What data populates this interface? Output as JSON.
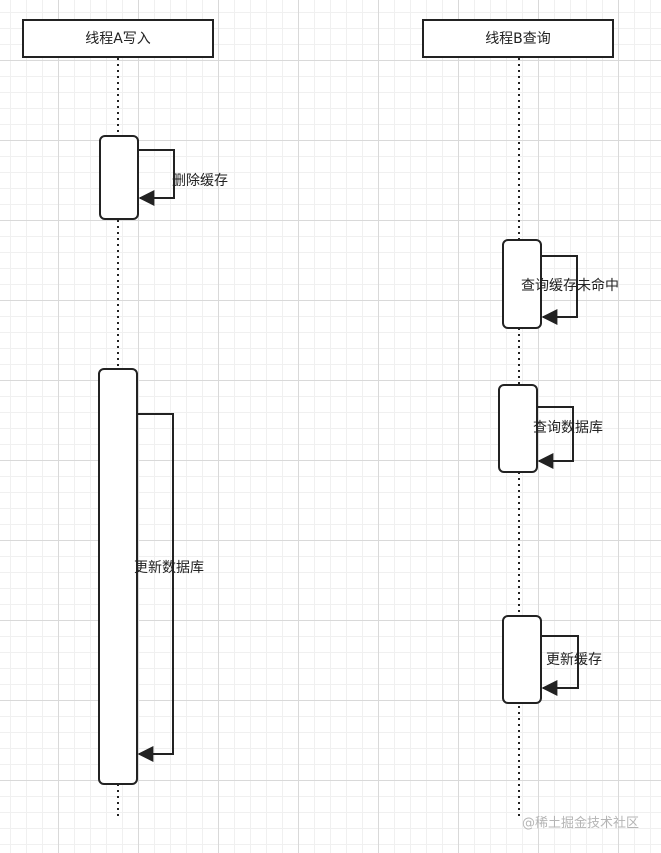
{
  "participants": {
    "a": {
      "label": "线程A写入"
    },
    "b": {
      "label": "线程B查询"
    }
  },
  "messages": [
    {
      "from": "a",
      "label": "删除缓存"
    },
    {
      "from": "b",
      "label": "查询缓存未命中"
    },
    {
      "from": "b",
      "label": "查询数据库"
    },
    {
      "from": "a",
      "label": "更新数据库"
    },
    {
      "from": "b",
      "label": "更新缓存"
    }
  ],
  "watermark": "@稀土掘金技术社区"
}
